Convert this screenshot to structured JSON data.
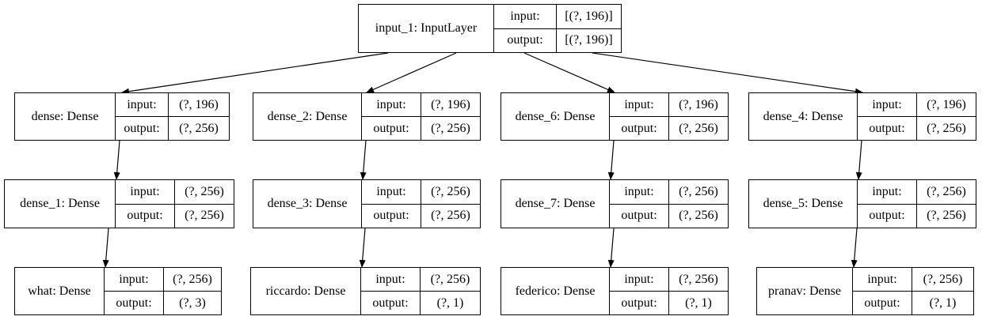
{
  "labels": {
    "input": "input:",
    "output": "output:"
  },
  "nodes": [
    {
      "id": "n_input_1",
      "name": "input_1: InputLayer",
      "input": "[(?, 196)]",
      "output": "[(?, 196)]"
    },
    {
      "id": "n_dense",
      "name": "dense: Dense",
      "input": "(?, 196)",
      "output": "(?, 256)"
    },
    {
      "id": "n_dense_2",
      "name": "dense_2: Dense",
      "input": "(?, 196)",
      "output": "(?, 256)"
    },
    {
      "id": "n_dense_6",
      "name": "dense_6: Dense",
      "input": "(?, 196)",
      "output": "(?, 256)"
    },
    {
      "id": "n_dense_4",
      "name": "dense_4: Dense",
      "input": "(?, 196)",
      "output": "(?, 256)"
    },
    {
      "id": "n_dense_1",
      "name": "dense_1: Dense",
      "input": "(?, 256)",
      "output": "(?, 256)"
    },
    {
      "id": "n_dense_3",
      "name": "dense_3: Dense",
      "input": "(?, 256)",
      "output": "(?, 256)"
    },
    {
      "id": "n_dense_7",
      "name": "dense_7: Dense",
      "input": "(?, 256)",
      "output": "(?, 256)"
    },
    {
      "id": "n_dense_5",
      "name": "dense_5: Dense",
      "input": "(?, 256)",
      "output": "(?, 256)"
    },
    {
      "id": "n_what",
      "name": "what: Dense",
      "input": "(?, 256)",
      "output": "(?, 3)"
    },
    {
      "id": "n_riccardo",
      "name": "riccardo: Dense",
      "input": "(?, 256)",
      "output": "(?, 1)"
    },
    {
      "id": "n_federico",
      "name": "federico: Dense",
      "input": "(?, 256)",
      "output": "(?, 1)"
    },
    {
      "id": "n_pranav",
      "name": "pranav: Dense",
      "input": "(?, 256)",
      "output": "(?, 1)"
    }
  ],
  "edges": [
    [
      "n_input_1",
      "n_dense"
    ],
    [
      "n_input_1",
      "n_dense_2"
    ],
    [
      "n_input_1",
      "n_dense_6"
    ],
    [
      "n_input_1",
      "n_dense_4"
    ],
    [
      "n_dense",
      "n_dense_1"
    ],
    [
      "n_dense_2",
      "n_dense_3"
    ],
    [
      "n_dense_6",
      "n_dense_7"
    ],
    [
      "n_dense_4",
      "n_dense_5"
    ],
    [
      "n_dense_1",
      "n_what"
    ],
    [
      "n_dense_3",
      "n_riccardo"
    ],
    [
      "n_dense_7",
      "n_federico"
    ],
    [
      "n_dense_5",
      "n_pranav"
    ]
  ]
}
